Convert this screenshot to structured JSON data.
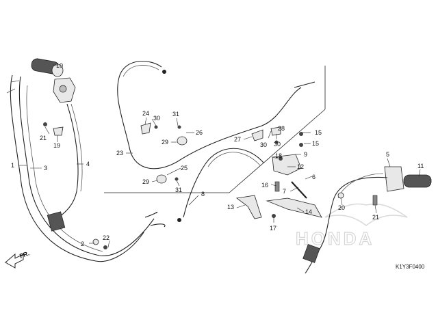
{
  "diagram": {
    "code": "K1Y3F0400",
    "front_label": "FR.",
    "watermark": "HONDA",
    "callouts": [
      {
        "id": "c1",
        "text": "1"
      },
      {
        "id": "c2",
        "text": "2"
      },
      {
        "id": "c3",
        "text": "3"
      },
      {
        "id": "c4",
        "text": "4"
      },
      {
        "id": "c5",
        "text": "5"
      },
      {
        "id": "c6",
        "text": "6"
      },
      {
        "id": "c7",
        "text": "7"
      },
      {
        "id": "c8",
        "text": "8"
      },
      {
        "id": "c9",
        "text": "9"
      },
      {
        "id": "c10",
        "text": "10"
      },
      {
        "id": "c11",
        "text": "11"
      },
      {
        "id": "c12",
        "text": "12"
      },
      {
        "id": "c13",
        "text": "13"
      },
      {
        "id": "c14",
        "text": "14"
      },
      {
        "id": "c15a",
        "text": "15"
      },
      {
        "id": "c15b",
        "text": "15"
      },
      {
        "id": "c16",
        "text": "16"
      },
      {
        "id": "c17",
        "text": "17"
      },
      {
        "id": "c18",
        "text": "18"
      },
      {
        "id": "c19",
        "text": "19"
      },
      {
        "id": "c20",
        "text": "20"
      },
      {
        "id": "c21a",
        "text": "21"
      },
      {
        "id": "c21b",
        "text": "21"
      },
      {
        "id": "c22",
        "text": "22"
      },
      {
        "id": "c23",
        "text": "23"
      },
      {
        "id": "c24",
        "text": "24"
      },
      {
        "id": "c25",
        "text": "25"
      },
      {
        "id": "c26",
        "text": "26"
      },
      {
        "id": "c27",
        "text": "27"
      },
      {
        "id": "c28",
        "text": "28"
      },
      {
        "id": "c29a",
        "text": "29"
      },
      {
        "id": "c29b",
        "text": "29"
      },
      {
        "id": "c30a",
        "text": "30"
      },
      {
        "id": "c30b",
        "text": "30"
      },
      {
        "id": "c30c",
        "text": "30"
      },
      {
        "id": "c31a",
        "text": "31"
      },
      {
        "id": "c31b",
        "text": "31"
      }
    ]
  }
}
